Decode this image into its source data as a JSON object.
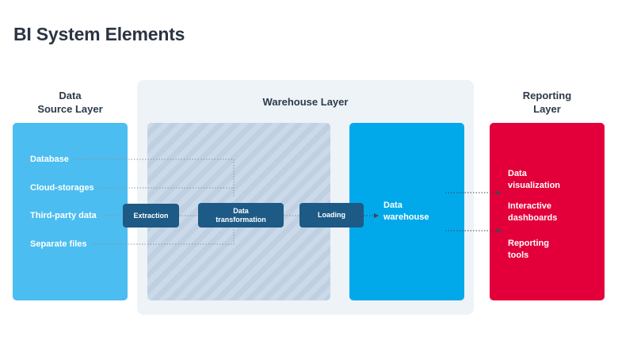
{
  "title": "BI System Elements",
  "layers": {
    "source": {
      "heading_line1": "Data",
      "heading_line2": "Source Layer"
    },
    "warehouse": {
      "heading": "Warehouse Layer"
    },
    "reporting": {
      "heading_line1": "Reporting",
      "heading_line2": "Layer"
    }
  },
  "sources": [
    {
      "label": "Database"
    },
    {
      "label": "Cloud-storages"
    },
    {
      "label": "Third-party data"
    },
    {
      "label": "Separate files"
    }
  ],
  "etl_steps": [
    {
      "label": "Extraction"
    },
    {
      "label_line1": "Data",
      "label_line2": "transformation"
    },
    {
      "label": "Loading"
    }
  ],
  "data_warehouse": {
    "line1": "Data",
    "line2": "warehouse"
  },
  "reporting_items": [
    {
      "line1": "Data",
      "line2": "visualization"
    },
    {
      "line1": "Interactive",
      "line2": "dashboards"
    },
    {
      "line1": "Reporting",
      "line2": "tools"
    }
  ],
  "colors": {
    "source": "#4cbdf0",
    "warehouse_bg": "#eef3f8",
    "hatch": "#cbd9e9",
    "data_warehouse": "#02a9ea",
    "reporting": "#e3003a",
    "etl_step": "#1d5a85",
    "connector": "#8a98a8"
  }
}
